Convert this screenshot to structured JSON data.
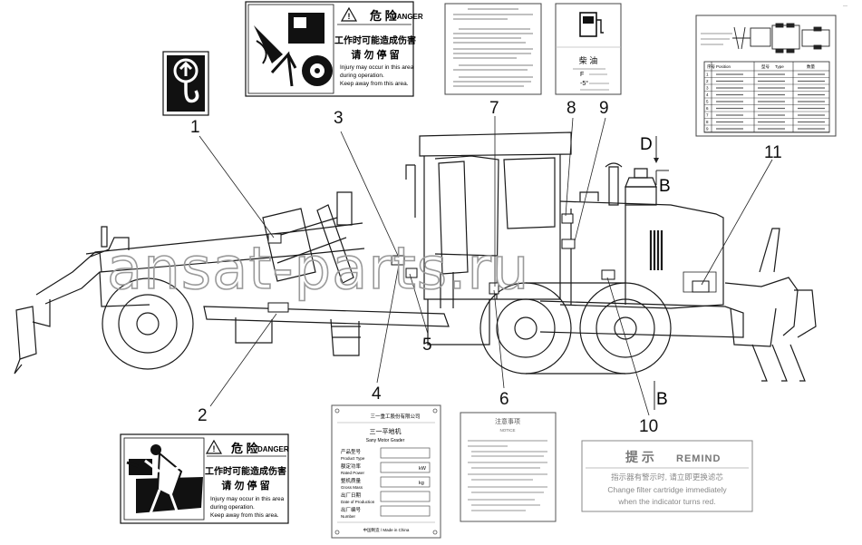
{
  "watermark": "ansat-parts.ru",
  "callouts": [
    "1",
    "2",
    "3",
    "4",
    "5",
    "6",
    "7",
    "8",
    "9",
    "10",
    "11"
  ],
  "section_marks": {
    "d": "D",
    "b_top": "B",
    "b_bottom": "B"
  },
  "danger_top": {
    "title_cn": "危 险",
    "title_en": "DANGER",
    "line1_cn": "工作时可能造成伤害",
    "line2_cn": "请 勿 停 留",
    "line3_en": "Injury may occur in this area",
    "line4_en": "during operation.",
    "line5_en": "Keep away from this area."
  },
  "danger_bottom": {
    "title_cn": "危 险",
    "title_en": "DANGER",
    "line1_cn": "工作时可能造成伤害",
    "line2_cn": "请 勿 停 留",
    "line3_en": "Injury may occur in this area",
    "line4_en": "during operation.",
    "line5_en": "Keep away from this area."
  },
  "fuel_label": {
    "title_cn": "柴 油",
    "line1": "F",
    "line2": "-5°"
  },
  "nameplate": {
    "company": "三一重工股份有限公司",
    "title_cn": "三一平地机",
    "title_en": "Sany Motor Grader",
    "rows": [
      {
        "cn": "产品型号",
        "en": "Product Type",
        "unit": ""
      },
      {
        "cn": "额定功率",
        "en": "Rated Power",
        "unit": "kW"
      },
      {
        "cn": "整机质量",
        "en": "Gross Mass",
        "unit": "kg"
      },
      {
        "cn": "出厂日期",
        "en": "Date of Production",
        "unit": ""
      },
      {
        "cn": "出厂编号",
        "en": "Number",
        "unit": ""
      }
    ],
    "footer": "中国制造 / Made in China"
  },
  "notice": {
    "title_cn": "注意事项",
    "title_en": "NOTICE"
  },
  "remind": {
    "title_cn": "提 示",
    "title_en": "REMIND",
    "line1_cn": "指示器有警示时, 请立即更换滤芯",
    "line2_en": "Change filter cartridge immediately",
    "line3_en": "when the indicator turns red."
  },
  "table_header": [
    "序号",
    "Position",
    "型号",
    "Type",
    "数量"
  ],
  "table_rows": [
    "1",
    "2",
    "3",
    "4",
    "5",
    "6",
    "7",
    "8",
    "9"
  ]
}
